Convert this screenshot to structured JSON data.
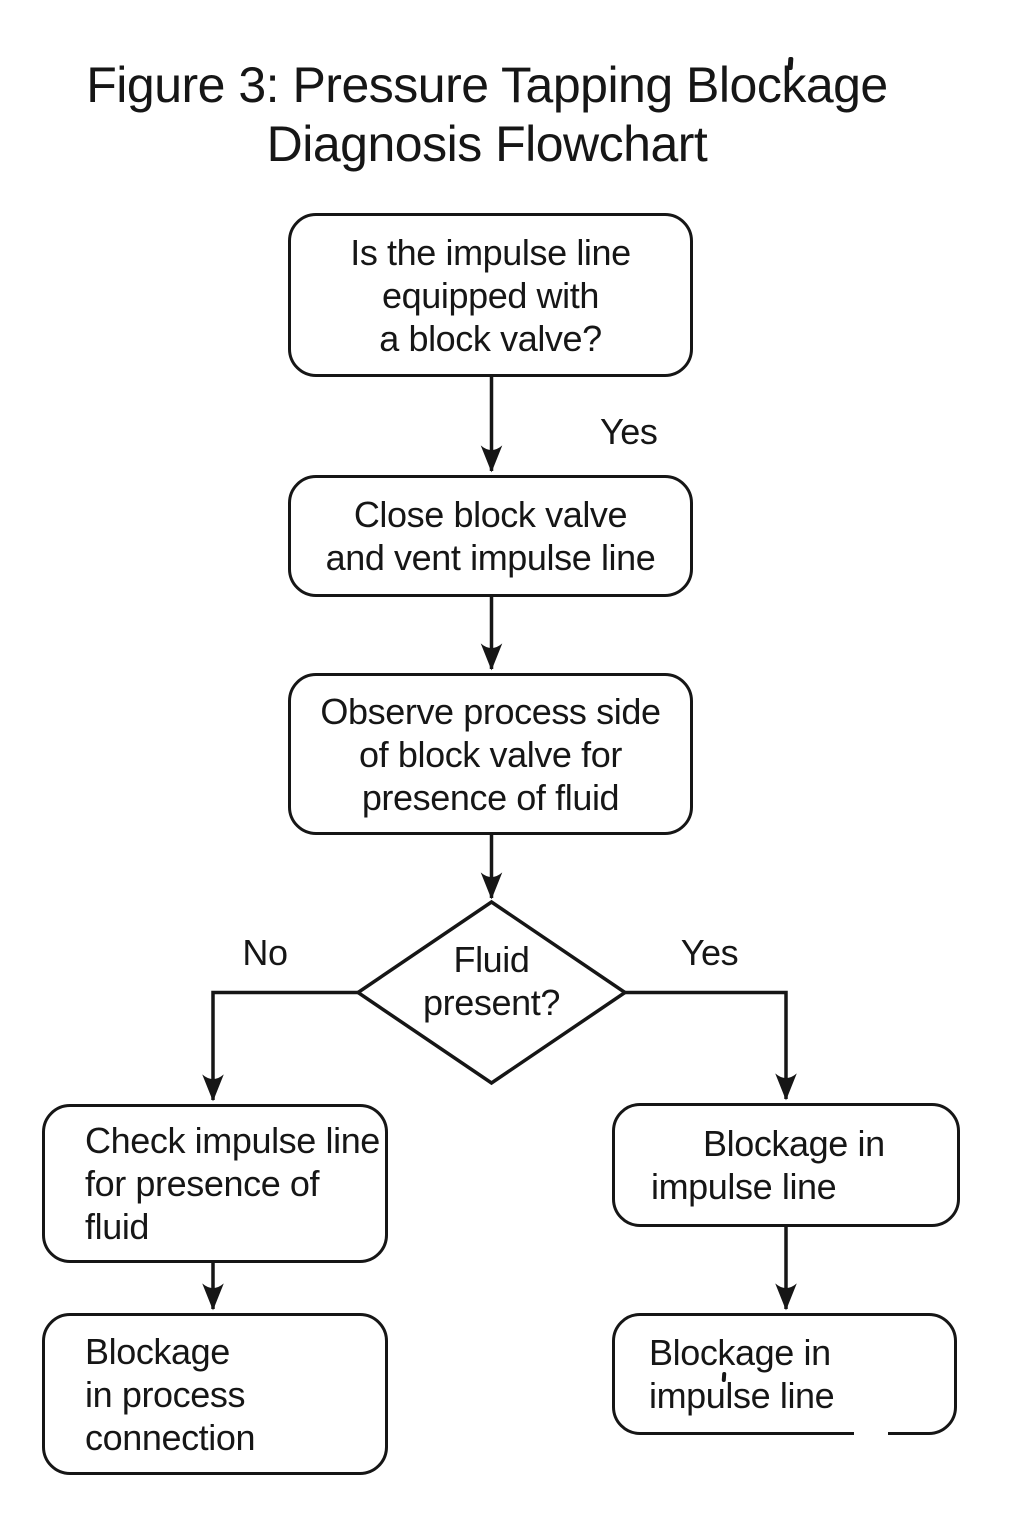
{
  "figure": {
    "title_lines": [
      "Figure 3: Pressure Tapping Blockage",
      "Diagnosis Flowchart"
    ]
  },
  "nodes": {
    "q1": {
      "lines": [
        "Is the impulse line",
        "equipped with",
        "a block valve?"
      ]
    },
    "a1": {
      "lines": [
        "Close block valve",
        "and vent impulse line"
      ]
    },
    "a2": {
      "lines": [
        "Observe process side",
        "of block valve for",
        "presence of fluid"
      ]
    },
    "d1": {
      "lines": [
        "Fluid",
        "present?"
      ]
    },
    "left1": {
      "lines": [
        "Check impulse line",
        "for presence of",
        "fluid"
      ]
    },
    "left2": {
      "lines": [
        "Blockage",
        "in process",
        "connection"
      ]
    },
    "right1": {
      "lines": [
        "Blockage in",
        "impulse line"
      ]
    },
    "right2": {
      "lines": [
        "Blockage in",
        "impulse line"
      ]
    }
  },
  "edge_labels": {
    "yes_top": "Yes",
    "no_left": "No",
    "yes_right": "Yes"
  },
  "colors": {
    "ink": "#161616",
    "bg": "#ffffff"
  }
}
